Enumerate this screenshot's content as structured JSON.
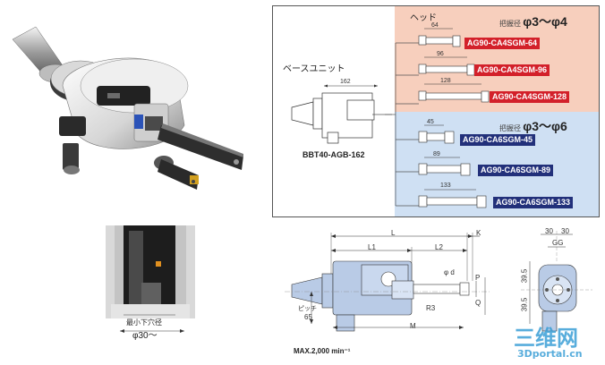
{
  "base_unit": {
    "heading": "ベースユニット",
    "model": "BBT40-AGB-162",
    "length": "162"
  },
  "head_panel": {
    "heading": "ヘッド",
    "groups": [
      {
        "caption": "把握径",
        "range": "φ3〜φ4",
        "heads": [
          {
            "length": "64",
            "model": "AG90-CA4SGM-64"
          },
          {
            "length": "96",
            "model": "AG90-CA4SGM-96"
          },
          {
            "length": "128",
            "model": "AG90-CA4SGM-128"
          }
        ]
      },
      {
        "caption": "把握径",
        "range": "φ3〜φ6",
        "heads": [
          {
            "length": "45",
            "model": "AG90-CA6SGM-45"
          },
          {
            "length": "89",
            "model": "AG90-CA6SGM-89"
          },
          {
            "length": "133",
            "model": "AG90-CA6SGM-133"
          }
        ]
      }
    ]
  },
  "min_hole": {
    "label": "最小下穴径",
    "value": "φ30〜"
  },
  "drawing": {
    "L": "L",
    "L1": "L1",
    "L2": "L2",
    "K": "K",
    "phi_d": "φ d",
    "P": "P",
    "Q": "Q",
    "R3": "R3",
    "M": "M",
    "pitch_label": "ピッチ",
    "pitch_value": "65",
    "max_speed": "MAX.2,000 min⁻¹"
  },
  "end_view": {
    "top_left": "30",
    "top_right": "30",
    "gg": "GG",
    "side_top": "39.5",
    "side_bottom": "39.5"
  },
  "watermark": {
    "brand": "三维网",
    "url": "3Dportal.cn"
  },
  "colors": {
    "red_panel": "#f7cfbd",
    "blue_panel": "#cfe0f3",
    "red_tag": "#d3202a",
    "blue_tag": "#22307a",
    "tool_blue": "#b9cbe6"
  }
}
